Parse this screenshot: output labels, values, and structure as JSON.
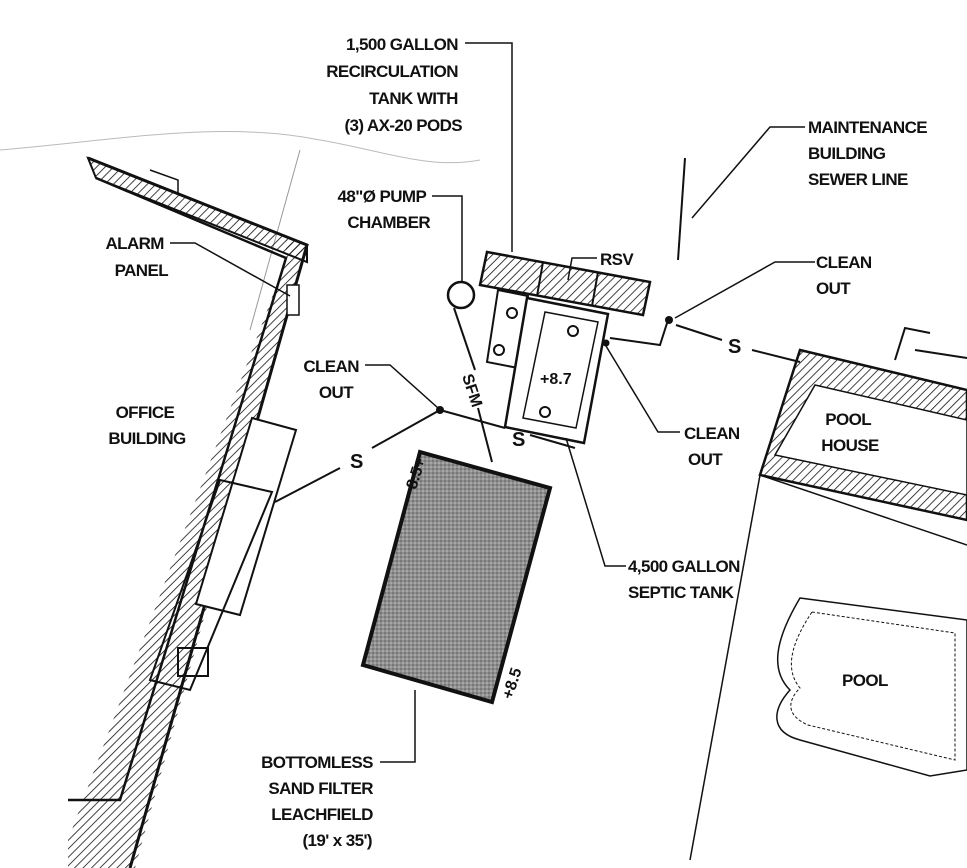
{
  "labels": {
    "recirc_tank": [
      "1,500 GALLON",
      "RECIRCULATION",
      "TANK WITH",
      "(3) AX-20 PODS"
    ],
    "pump_chamber": [
      "48\"Ø PUMP",
      "CHAMBER"
    ],
    "maintenance_sewer": [
      "MAINTENANCE",
      "BUILDING",
      "SEWER LINE"
    ],
    "alarm_panel": [
      "ALARM",
      "PANEL"
    ],
    "rsv": "RSV",
    "clean_out_right": [
      "CLEAN",
      "OUT"
    ],
    "clean_out_left": [
      "CLEAN",
      "OUT"
    ],
    "clean_out_lower": [
      "CLEAN",
      "OUT"
    ],
    "office_building": [
      "OFFICE",
      "BUILDING"
    ],
    "pool_house": [
      "POOL",
      "HOUSE"
    ],
    "septic_tank": [
      "4,500 GALLON",
      "SEPTIC TANK"
    ],
    "pool": "POOL",
    "sand_filter": [
      "BOTTOMLESS",
      "SAND FILTER",
      "LEACHFIELD",
      "(19' x 35')"
    ]
  },
  "elevations": {
    "tank_top": "+8.7",
    "filter_top": "8.5+",
    "filter_bottom": "+8.5"
  },
  "sewer_symbols": {
    "main": "S",
    "east": "S",
    "west": "S",
    "pump_line": "SFM"
  },
  "colors": {
    "ink": "#111111",
    "background": "#ffffff",
    "filter_fill": "#9a9a9a"
  }
}
